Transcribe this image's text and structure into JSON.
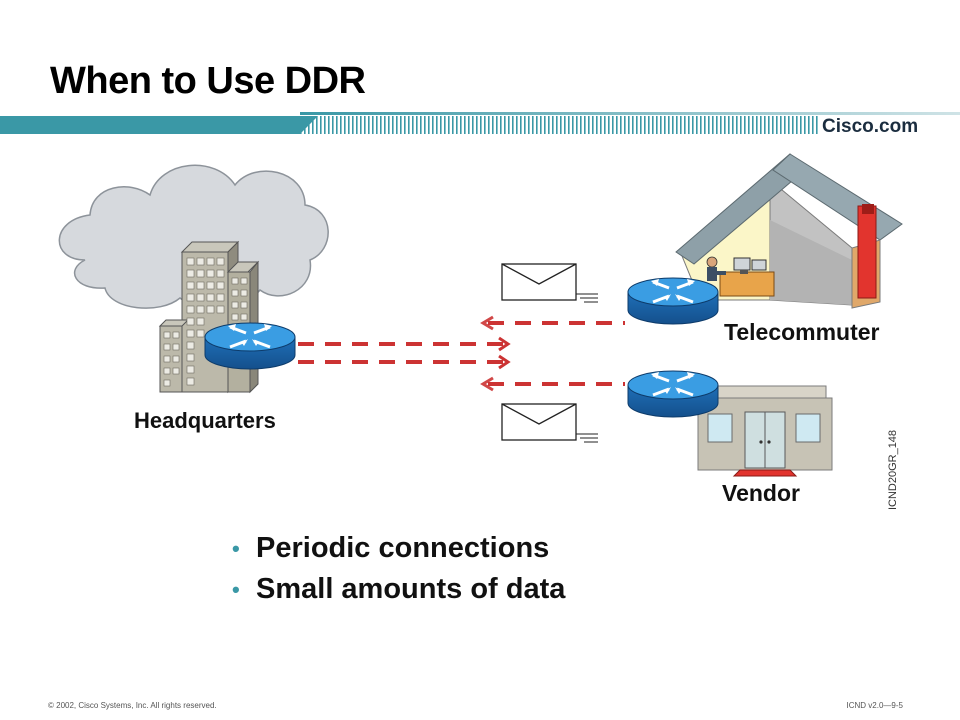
{
  "slide": {
    "title": "When to Use DDR",
    "brand": "Cisco.com",
    "figure_id": "ICND20GR_148"
  },
  "diagram": {
    "nodes": {
      "headquarters": "Headquarters",
      "telecommuter": "Telecommuter",
      "vendor": "Vendor"
    }
  },
  "bullets": [
    "Periodic connections",
    "Small amounts of data"
  ],
  "footer": {
    "copyright": "© 2002, Cisco Systems, Inc. All rights reserved.",
    "course": "ICND v2.0—9-5"
  },
  "colors": {
    "banner_teal": "#3a98a6",
    "router_blue": "#2e8fd6",
    "link_red": "#cc3333"
  }
}
